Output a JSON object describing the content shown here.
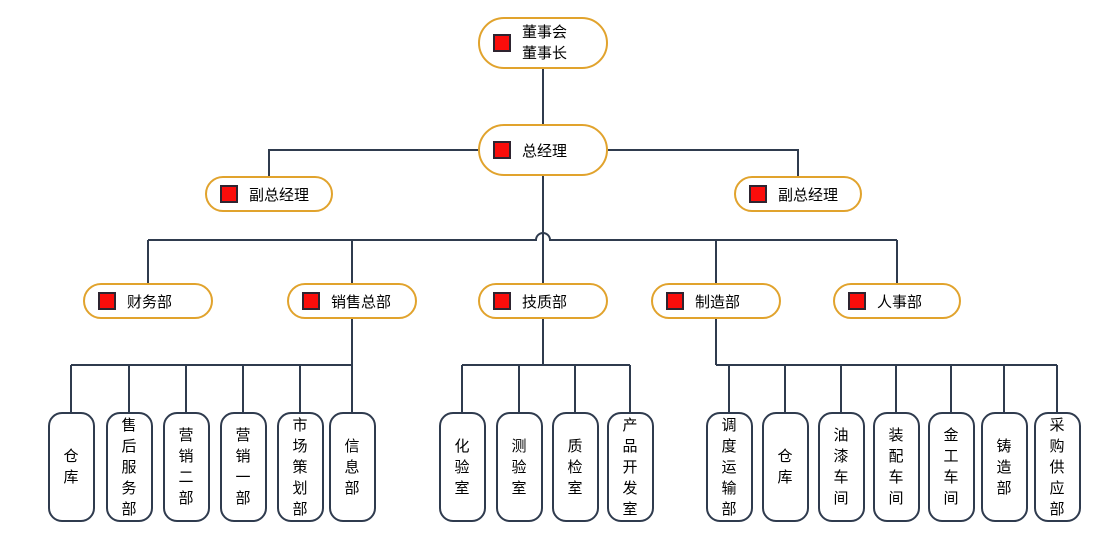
{
  "colors": {
    "accent_gold": "#E1A32D",
    "line_slate": "#2F3B4E",
    "icon_red": "#FB0D0B",
    "background": "#FFFFFF"
  },
  "org_chart": {
    "root": {
      "line1": "董事会",
      "line2": "董事长"
    },
    "general_manager": "总经理",
    "deputy_left": "副总经理",
    "deputy_right": "副总经理",
    "departments": [
      "财务部",
      "销售总部",
      "技质部",
      "制造部",
      "人事部"
    ],
    "sales_children": [
      "仓库",
      "售后服务部",
      "营销二部",
      "营销一部",
      "市场策划部",
      "信息部"
    ],
    "tech_children": [
      "化验室",
      "测验室",
      "质检室",
      "产品开发室"
    ],
    "manufacturing_children": [
      "调度运输部",
      "仓库",
      "油漆车间",
      "装配车间",
      "金工车间",
      "铸造部",
      "采购供应部"
    ]
  }
}
